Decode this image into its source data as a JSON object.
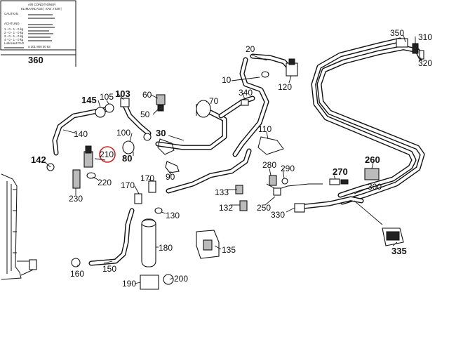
{
  "diagram": {
    "label_plate": {
      "part_number": "360",
      "lines": [
        "AIR CONDITIONER",
        "KLIMAANLAGE | SAE J 639 |",
        "CAUTION",
        "",
        "ACHTUNG",
        "",
        "1 - 0 - 1 - 0 kg",
        "2 - 0 - 1 - 0 kg",
        "3 - 0 - 1 - 0 kg",
        "4 - 0 - 1 - 0 kg",
        "Lubricant PAG",
        "",
        "a 201 800 00 63"
      ]
    },
    "callouts": [
      {
        "id": "c350",
        "text": "350"
      },
      {
        "id": "c310",
        "text": "310"
      },
      {
        "id": "c320",
        "text": "320"
      },
      {
        "id": "c20",
        "text": "20"
      },
      {
        "id": "c10",
        "text": "10"
      },
      {
        "id": "c120",
        "text": "120"
      },
      {
        "id": "c103",
        "text": "103"
      },
      {
        "id": "c145",
        "text": "145"
      },
      {
        "id": "c105",
        "text": "105"
      },
      {
        "id": "c60",
        "text": "60"
      },
      {
        "id": "c70",
        "text": "70"
      },
      {
        "id": "c340",
        "text": "340"
      },
      {
        "id": "c50",
        "text": "50"
      },
      {
        "id": "c140",
        "text": "140"
      },
      {
        "id": "c100",
        "text": "100"
      },
      {
        "id": "c30",
        "text": "30"
      },
      {
        "id": "c110",
        "text": "110"
      },
      {
        "id": "c210",
        "text": "210"
      },
      {
        "id": "c80",
        "text": "80"
      },
      {
        "id": "c260",
        "text": "260"
      },
      {
        "id": "c142",
        "text": "142"
      },
      {
        "id": "c90",
        "text": "90"
      },
      {
        "id": "c280",
        "text": "280"
      },
      {
        "id": "c290",
        "text": "290"
      },
      {
        "id": "c270",
        "text": "270"
      },
      {
        "id": "c220",
        "text": "220"
      },
      {
        "id": "c170a",
        "text": "170"
      },
      {
        "id": "c170b",
        "text": "170"
      },
      {
        "id": "c133",
        "text": "133"
      },
      {
        "id": "c300",
        "text": "300"
      },
      {
        "id": "c230",
        "text": "230"
      },
      {
        "id": "c130",
        "text": "130"
      },
      {
        "id": "c132",
        "text": "132"
      },
      {
        "id": "c250",
        "text": "250"
      },
      {
        "id": "c330",
        "text": "330"
      },
      {
        "id": "c135",
        "text": "135"
      },
      {
        "id": "c180",
        "text": "180"
      },
      {
        "id": "c160",
        "text": "160"
      },
      {
        "id": "c150",
        "text": "150"
      },
      {
        "id": "c200",
        "text": "200"
      },
      {
        "id": "c190",
        "text": "190"
      },
      {
        "id": "c335",
        "text": "335"
      }
    ],
    "highlight": {
      "part": "210",
      "color": "#cc1f1f"
    },
    "colors": {
      "line": "#111111",
      "background": "#ffffff"
    }
  }
}
